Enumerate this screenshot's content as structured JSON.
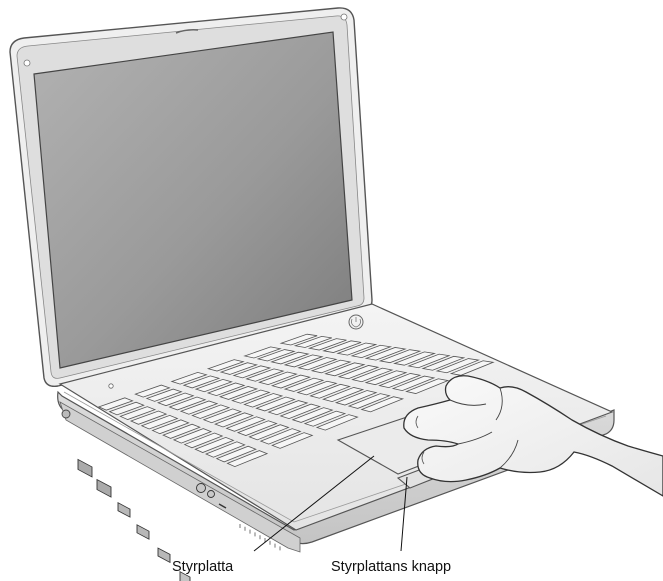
{
  "figure": {
    "callouts": [
      {
        "id": "trackpad",
        "label": "Styrplatta"
      },
      {
        "id": "trackpad-button",
        "label": "Styrplattans knapp"
      }
    ]
  }
}
